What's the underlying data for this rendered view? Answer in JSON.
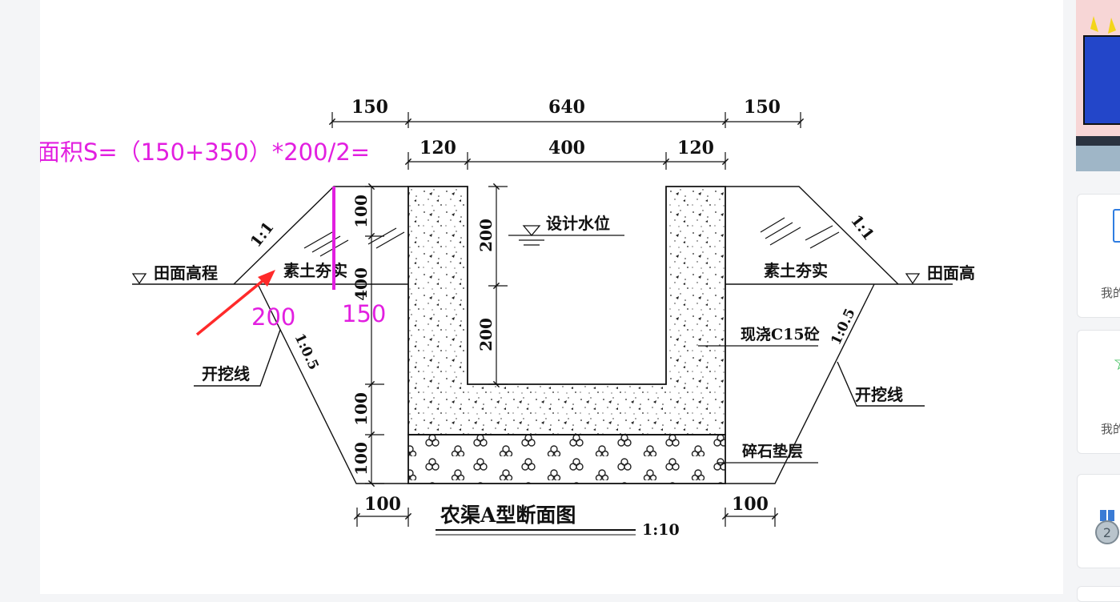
{
  "drawing": {
    "title": "农渠A型断面图",
    "scale": "1:10",
    "dims_top": [
      "150",
      "640",
      "150"
    ],
    "dims_mid": [
      "120",
      "400",
      "120"
    ],
    "dims_bottom": [
      "100",
      "100"
    ],
    "dims_vertical_left": [
      "100",
      "400",
      "100",
      "100"
    ],
    "dims_vertical_inner": [
      "200",
      "200"
    ],
    "slope_upper": "1:1",
    "slope_lower": "1:0.5",
    "labels": {
      "field_elevation_left": "田面高程",
      "field_elevation_right": "田面高",
      "compacted_soil": "素土夯实",
      "design_water_level": "设计水位",
      "cast_concrete": "现浇C15砼",
      "gravel_cushion": "碎石垫层",
      "excavation_line": "开挖线"
    }
  },
  "annotation": {
    "formula": "面积S=（150+350）*200/2=",
    "value_200": "200",
    "value_150": "150",
    "color": "#e21fe0",
    "arrow_color": "#ff2a2a"
  },
  "sidebar": {
    "card_label_1": "我的",
    "card_label_2": "我的"
  }
}
